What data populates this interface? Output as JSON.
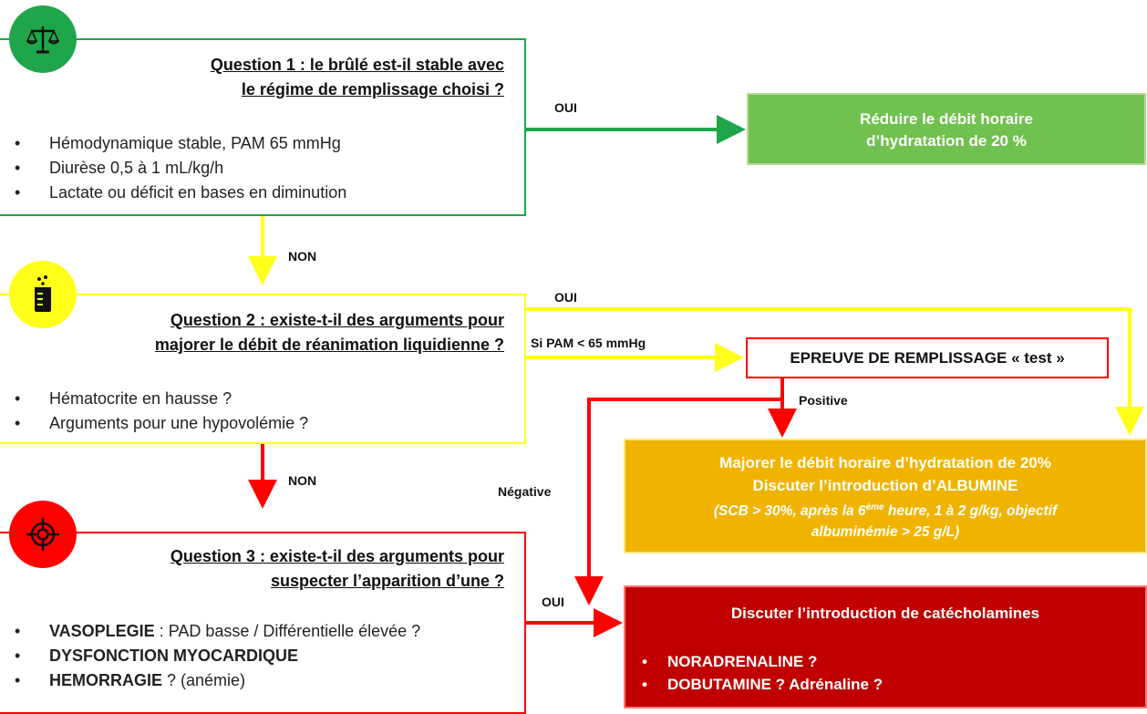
{
  "q1": {
    "title_line1": "Question 1 : le brûlé est-il stable avec",
    "title_line2": "le régime de remplissage choisi ?",
    "bullets": [
      "Hémodynamique stable, PAM 65 mmHg",
      "Diurèse 0,5 à 1 mL/kg/h",
      "Lactate ou déficit en bases en diminution"
    ],
    "icon": "balance-scale-icon"
  },
  "q2": {
    "title_line1": "Question 2 : existe-t-il des arguments pour",
    "title_line2": "majorer le débit de réanimation liquidienne ?",
    "bullets": [
      "Hématocrite en hausse ?",
      "Arguments pour une hypovolémie ?"
    ],
    "icon": "beaker-icon"
  },
  "q3": {
    "title_line1": "Question 3 : existe-t-il des arguments pour",
    "title_line2": "suspecter l’apparition d’une ?",
    "bullets": [
      {
        "bold": "VASOPLEGIE",
        "rest": " : PAD basse / Différentielle élevée ?"
      },
      {
        "bold": "DYSFONCTION MYOCARDIQUE",
        "rest": ""
      },
      {
        "bold": "HEMORRAGIE",
        "rest": " ? (anémie)"
      }
    ],
    "icon": "target-icon"
  },
  "labels": {
    "oui_1": "OUI",
    "non_1": "NON",
    "oui_2": "OUI",
    "si_pam": "Si PAM < 65 mmHg",
    "positive": "Positive",
    "negative": "Négative",
    "non_2": "NON",
    "oui_3": "OUI"
  },
  "actions": {
    "reduce": {
      "line1": "Réduire le débit horaire",
      "line2": "d’hydratation de 20 %"
    },
    "test": "EPREUVE DE REMPLISSAGE « test »",
    "increase": {
      "line1": "Majorer le débit horaire d’hydratation de 20%",
      "line2": "Discuter l’introduction d’ALBUMINE",
      "note_pre": "(SCB > 30%, après la 6",
      "note_sup": "ème",
      "note_post": " heure, 1 à 2 g/kg, objectif",
      "note_line2": "albuminémie > 25 g/L)"
    },
    "catechol": {
      "title": "Discuter l’introduction de catécholamines",
      "bullet1": "NORADRENALINE ?",
      "bullet2": "DOBUTAMINE ? Adrénaline ?"
    }
  },
  "colors": {
    "green": "#1fa64a",
    "green_fill": "#70c14f",
    "yellow": "#ffff1a",
    "orange_fill": "#f0b400",
    "red": "#ff0000",
    "dark_red_fill": "#c00000"
  }
}
